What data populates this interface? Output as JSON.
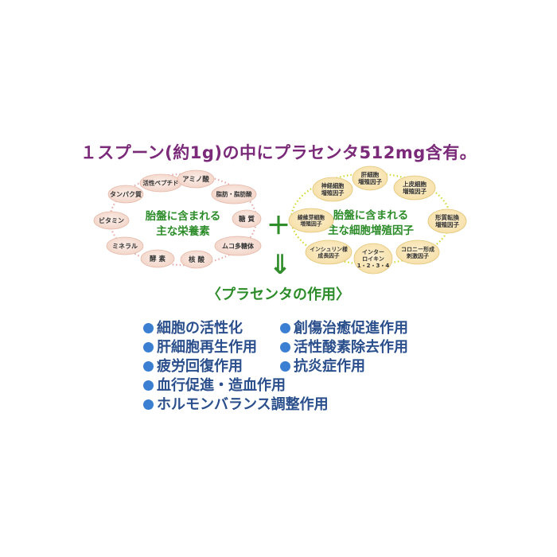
{
  "headline": "１スプーン(約1g)の中にプラセンタ512mg含有。",
  "left_ring": {
    "center_line1": "胎盤に含まれる",
    "center_line2": "主な栄養素",
    "nodes": [
      {
        "lines": [
          "活性ペプチド"
        ]
      },
      {
        "lines": [
          "アミノ酸"
        ]
      },
      {
        "lines": [
          "脂肪・脂肪酸"
        ]
      },
      {
        "lines": [
          "糖 質"
        ]
      },
      {
        "lines": [
          "ムコ多糖体"
        ]
      },
      {
        "lines": [
          "核 酸"
        ]
      },
      {
        "lines": [
          "酵 素"
        ]
      },
      {
        "lines": [
          "ミネラル"
        ]
      },
      {
        "lines": [
          "ビタミン"
        ]
      },
      {
        "lines": [
          "タンパク質"
        ]
      }
    ]
  },
  "plus_sign": "＋",
  "right_ring": {
    "center_line1": "胎盤に含まれる",
    "center_line2": "主な細胞増殖因子",
    "nodes": [
      {
        "lines": [
          "肝細胞",
          "増殖因子"
        ]
      },
      {
        "lines": [
          "上皮細胞",
          "増殖因子"
        ]
      },
      {
        "lines": [
          "形質転換",
          "増殖因子"
        ]
      },
      {
        "lines": [
          "コロニー形成",
          "刺激因子"
        ]
      },
      {
        "lines": [
          "インター",
          "ロイキン",
          "1・2・3・4"
        ]
      },
      {
        "lines": [
          "インシュリン様",
          "成長因子"
        ]
      },
      {
        "lines": [
          "線維芽細胞",
          "増殖因子"
        ]
      },
      {
        "lines": [
          "神経細胞",
          "増殖因子"
        ]
      }
    ]
  },
  "arrow": "⇓",
  "section_title": "〈プラセンタの作用〉",
  "effects": [
    "細胞の活性化",
    "創傷治癒促進作用",
    "肝細胞再生作用",
    "活性酸素除去作用",
    "疲労回復作用",
    "抗炎症作用",
    "血行促進・造血作用",
    "ホルモンバランス調整作用"
  ],
  "colors": {
    "headline": "#7a2a78",
    "left_node_fill": "#f2d3c6",
    "left_ring_stroke": "#e8a9a9",
    "right_node_fill": "#f6dfa6",
    "right_ring_stroke": "#cfd92a",
    "center_text": "#2d8c2a",
    "node_text": "#333333",
    "effect_text": "#2a4f8c",
    "bullet": "#3a7fd1"
  }
}
